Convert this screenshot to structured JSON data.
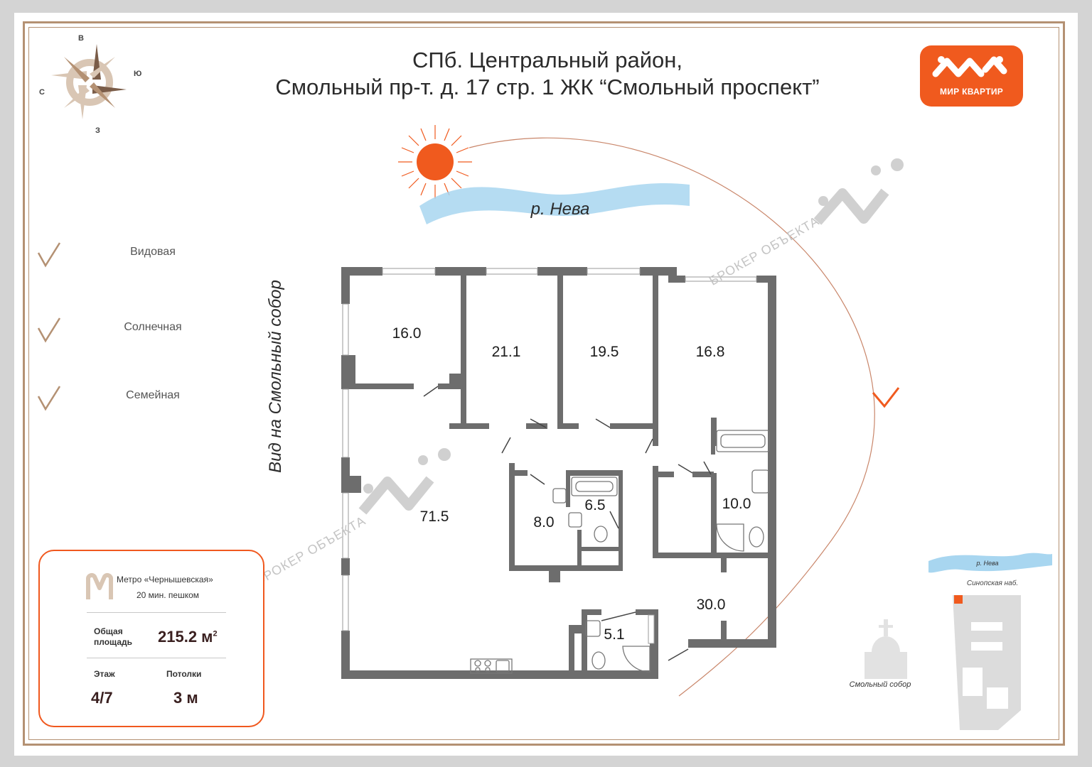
{
  "title": {
    "line1": "СПб. Центральный район,",
    "line2": "Смольный пр-т. д. 17 стр. 1 ЖК “Смольный проспект”"
  },
  "logo": {
    "name": "МИР КВАРТИР",
    "color": "#f05a1e"
  },
  "compass": {
    "north": "В",
    "east": "Ю",
    "west": "С",
    "south": "З"
  },
  "features": [
    "Видовая",
    "Солнечная",
    "Семейная"
  ],
  "map_labels": {
    "river": "р. Нева",
    "view": "Вид на Смольный собор",
    "watermark": "БРОКЕР ОБЪЕКТА"
  },
  "rooms": {
    "r1": "16.0",
    "r2": "21.1",
    "r3": "19.5",
    "r4": "16.8",
    "living": "71.5",
    "bath1": "8.0",
    "bath2": "6.5",
    "bath3": "10.0",
    "hall": "30.0",
    "bath4": "5.1"
  },
  "mini_map": {
    "river": "р. Нева",
    "embankment": "Синопская наб.",
    "cathedral": "Смольный собор"
  },
  "info": {
    "metro": "Метро «Чернышевская»",
    "walk": "20 мин. пешком",
    "area_label_1": "Общая",
    "area_label_2": "площадь",
    "area_value": "215.2 м",
    "area_sup": "2",
    "floor_label": "Этаж",
    "floor_value": "4/7",
    "ceiling_label": "Потолки",
    "ceiling_value": "3 м"
  },
  "colors": {
    "accent": "#f05a1e",
    "frame": "#b49173",
    "wall": "#6d6d6d",
    "river": "#a8d6f0"
  }
}
